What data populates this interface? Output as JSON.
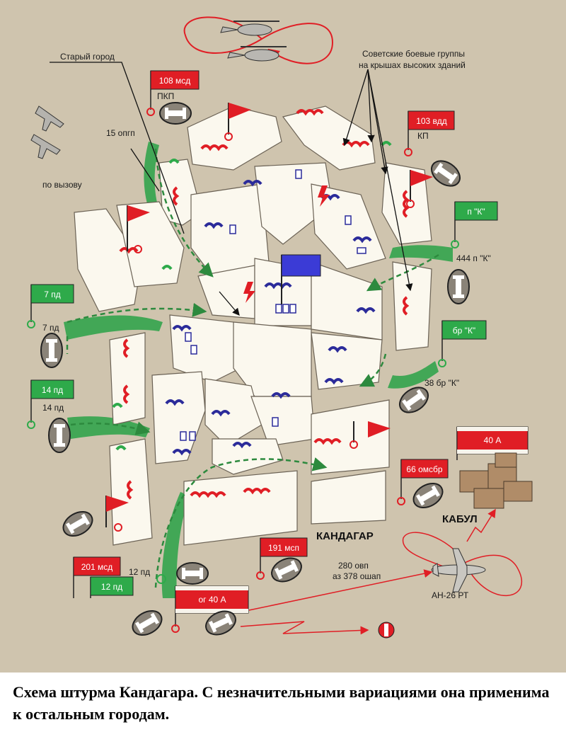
{
  "caption": "Схема штурма Кандагара. С незначительными вариациями она применима к остальным городам.",
  "colors": {
    "background": "#cfc4ae",
    "red_flag": "#e01e25",
    "green_flag": "#2eaa4a",
    "blue_flag": "#3b3bd6",
    "building": "#fbf8ee",
    "shadow": "#5a5246"
  },
  "labels": {
    "old_town": "Старый город",
    "rooftop_groups_1": "Советские боевые группы",
    "rooftop_groups_2": "на крышах высоких зданий",
    "on_call": "по вызову",
    "opgp15": "15 опгп",
    "pkp": "ПКП",
    "kp": "КП",
    "n444": "444 п \"К\"",
    "n7": "7 пд",
    "n14": "14 пд",
    "br38": "38 бр \"К\"",
    "n12": "12 пд",
    "kandahar": "КАНДАГАР",
    "kabul": "КАБУЛ",
    "ovp_1": "280 овп",
    "ovp_2": "аз 378 ошап",
    "an26": "АН-26 РТ"
  },
  "flags": {
    "msd108": "108 мсд",
    "vdd103": "103 вдд",
    "pk": "п \"К\"",
    "pd7": "7 пд",
    "pd14": "14 пд",
    "brk": "бр \"К\"",
    "a40": "40 А",
    "omsbr66": "66 омсбр",
    "msp191": "191 мсп",
    "msd201": "201 мсд",
    "pd12": "12 пд",
    "og40": "ог 40 А"
  },
  "icons": [
    "helicopter-icon",
    "jet-fighter-icon",
    "tank-icon",
    "transport-plane-icon",
    "flag-icon",
    "no-entry-icon",
    "lightning-icon"
  ]
}
